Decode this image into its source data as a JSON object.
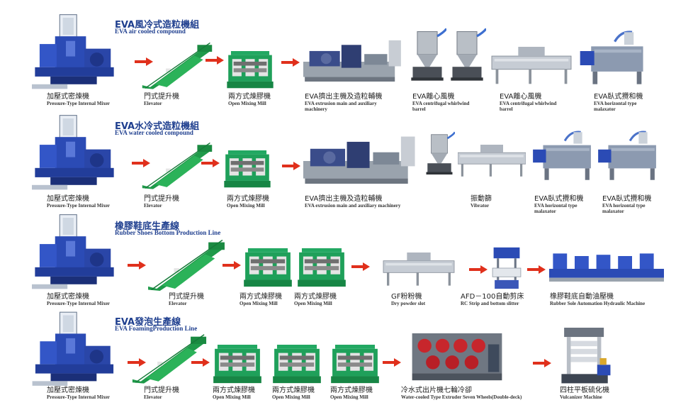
{
  "colors": {
    "mixer_blue": "#2b4bb5",
    "elevator_green": "#1f9a4a",
    "mill_green": "#1fa05a",
    "steel_grey": "#9aa3ad",
    "arrow_red": "#e0301c",
    "title_blue": "#1f3f8f"
  },
  "lines": [
    {
      "title_zh": "EVA風冷式造粒機組",
      "title_en": "EVA  air cooled compound",
      "labels": [
        {
          "zh": "加壓式密煉機",
          "en": "Pressure-Type Internal Mixer"
        },
        {
          "zh": "門式提升機",
          "en": "Elevator"
        },
        {
          "zh": "兩方式煉膠機",
          "en": "Open Mixing Mill"
        },
        {
          "zh": "EVA擠出主機及造粒輔機",
          "en": "EVA extrusion main and auxiliary",
          "en2": "machinery"
        },
        {
          "zh": "EVA離心風機",
          "en": "EVA centrifugal whirlwind",
          "en2": "barrel"
        },
        {
          "zh": "EVA離心風機",
          "en": "EVA centrifugal whirlwind",
          "en2": "barrel"
        },
        {
          "zh": "EVA臥式攪和機",
          "en": "EVA horizontal type",
          "en2": "malaxator"
        }
      ]
    },
    {
      "title_zh": "EVA水冷式造粒機組",
      "title_en": "EVA water cooled compound",
      "labels": [
        {
          "zh": "加壓式密煉機",
          "en": "Pressure-Type Internal Mixer"
        },
        {
          "zh": "門式提升機",
          "en": "Elevator"
        },
        {
          "zh": "兩方式煉膠機",
          "en": "Open Mixing Mill"
        },
        {
          "zh": "EVA擠出主機及造粒輔機",
          "en": "EVA extrusion main and auxiliary machinery"
        },
        {
          "zh": "振動篩",
          "en": "Vibrator"
        },
        {
          "zh": "EVA臥式攪和機",
          "en": "EVA horizontal type",
          "en2": "malaxator"
        },
        {
          "zh": "EVA臥式攪和機",
          "en": "EVA horizontal type",
          "en2": "malaxator"
        }
      ]
    },
    {
      "title_zh": "橡膠鞋底生產線",
      "title_en": "Rubber Shoes Bottom Production Line",
      "labels": [
        {
          "zh": "加壓式密煉機",
          "en": "Pressure-Type Internal Mixer"
        },
        {
          "zh": "門式提升機",
          "en": "Elevator"
        },
        {
          "zh": "兩方式煉膠機",
          "en": "Open Mixing Mill"
        },
        {
          "zh": "兩方式煉膠機",
          "en": "Open Mixing Mill"
        },
        {
          "zh": "GF粉粉機",
          "en": "Dry powder slot"
        },
        {
          "zh": "AFD－100自動剪床",
          "en": "RC Strip and bottom slitter"
        },
        {
          "zh": "橡膠鞋底自動油壓機",
          "en": "Rubber Sole Automation Hydraulic Machine"
        }
      ]
    },
    {
      "title_zh": "EVA發泡生產線",
      "title_en": "EVA FoamingProduction Line",
      "labels": [
        {
          "zh": "加壓式密煉機",
          "en": "Pressure-Type Internal Mixer"
        },
        {
          "zh": "門式提升機",
          "en": "Elevator"
        },
        {
          "zh": "兩方式煉膠機",
          "en": "Open Mixing Mill"
        },
        {
          "zh": "兩方式煉膠機",
          "en": "Open Mixing Mill"
        },
        {
          "zh": "兩方式煉膠機",
          "en": "Open Mixing Mill"
        },
        {
          "zh": "冷水式出片機七輪冷卻",
          "en": "Water-cooled Type Extruder Seven Wheels(Double-deck)"
        },
        {
          "zh": "四柱平板硫化機",
          "en": "Vulcanizer Machine"
        }
      ]
    }
  ]
}
